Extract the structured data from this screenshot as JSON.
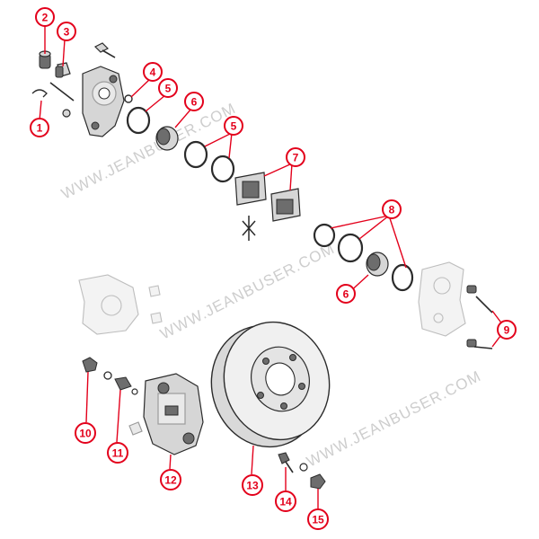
{
  "watermark": "WWW.JEANBUSER.COM",
  "colors": {
    "callout": "#e3001b",
    "line": "#2b2b2b",
    "ghost": "#bdbdbd"
  },
  "callouts": {
    "c1": "1",
    "c2": "2",
    "c3": "3",
    "c4": "4",
    "c5": "5",
    "c6": "6",
    "c7": "7",
    "c8": "8",
    "c9": "9",
    "c10": "10",
    "c11": "11",
    "c12": "12",
    "c13": "13",
    "c14": "14",
    "c15": "15"
  }
}
